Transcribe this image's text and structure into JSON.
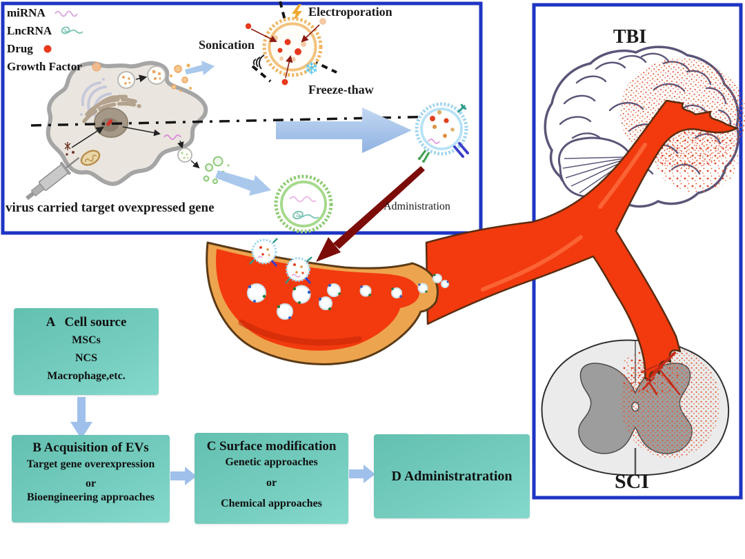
{
  "legend": {
    "items": [
      {
        "label": "miRNA",
        "icon": "mirna-wave-icon",
        "color": "#d9aade"
      },
      {
        "label": "LncRNA",
        "icon": "lncrna-coil-icon",
        "color": "#7cc4b4"
      },
      {
        "label": "Drug",
        "icon": "drug-dot-icon",
        "color": "#e8391d"
      },
      {
        "label": "Growth Factor",
        "icon": "growth-factor-dot-icon",
        "color": "#f2bb8f"
      }
    ]
  },
  "engineering_panel": {
    "sonication_label": "Sonication",
    "electroporation_label": "Electroporation",
    "freeze_thaw_label": "Freeze-thaw",
    "virus_caption": "virus carried target ovexpressed gene",
    "administration_label": "Administration"
  },
  "injury_panel": {
    "brain_label": "TBI",
    "spinal_label": "SCI"
  },
  "flowchart": {
    "box_a": {
      "title": "A   Cell source",
      "items": [
        "MSCs",
        "NCS",
        "Macrophage,etc."
      ]
    },
    "box_b": {
      "title": "B Acquisition of EVs",
      "items": [
        "Target gene overexpression",
        "or",
        "Bioengineering approaches"
      ]
    },
    "box_c": {
      "title": "C Surface modification",
      "items": [
        "Genetic approaches",
        "or",
        "Chemical approaches"
      ]
    },
    "box_d": {
      "title": "D Administratration"
    }
  },
  "colors": {
    "panel_border": "#1e35c3",
    "flow_box_teal": "#6fc7b8",
    "flow_arrow_blue": "#9fc0ea",
    "big_arrow_blue": "#a9c6ec",
    "vessel_red": "#f23a0e",
    "vessel_wall_orange": "#eda44e",
    "injury_stipple_red": "#e05330",
    "brain_outline_purple": "#5b5578",
    "dark_red_arrow": "#7b0c08",
    "snowflake_blue": "#55c9ef",
    "lightning_gold": "#f0a832",
    "drug_red": "#e8391d",
    "growth_factor_orange": "#f2bb8f",
    "green_ev_ring": "#8ccb70",
    "blue_ev_ring": "#9fd4f0",
    "orange_ev_ring": "#f0b665"
  }
}
